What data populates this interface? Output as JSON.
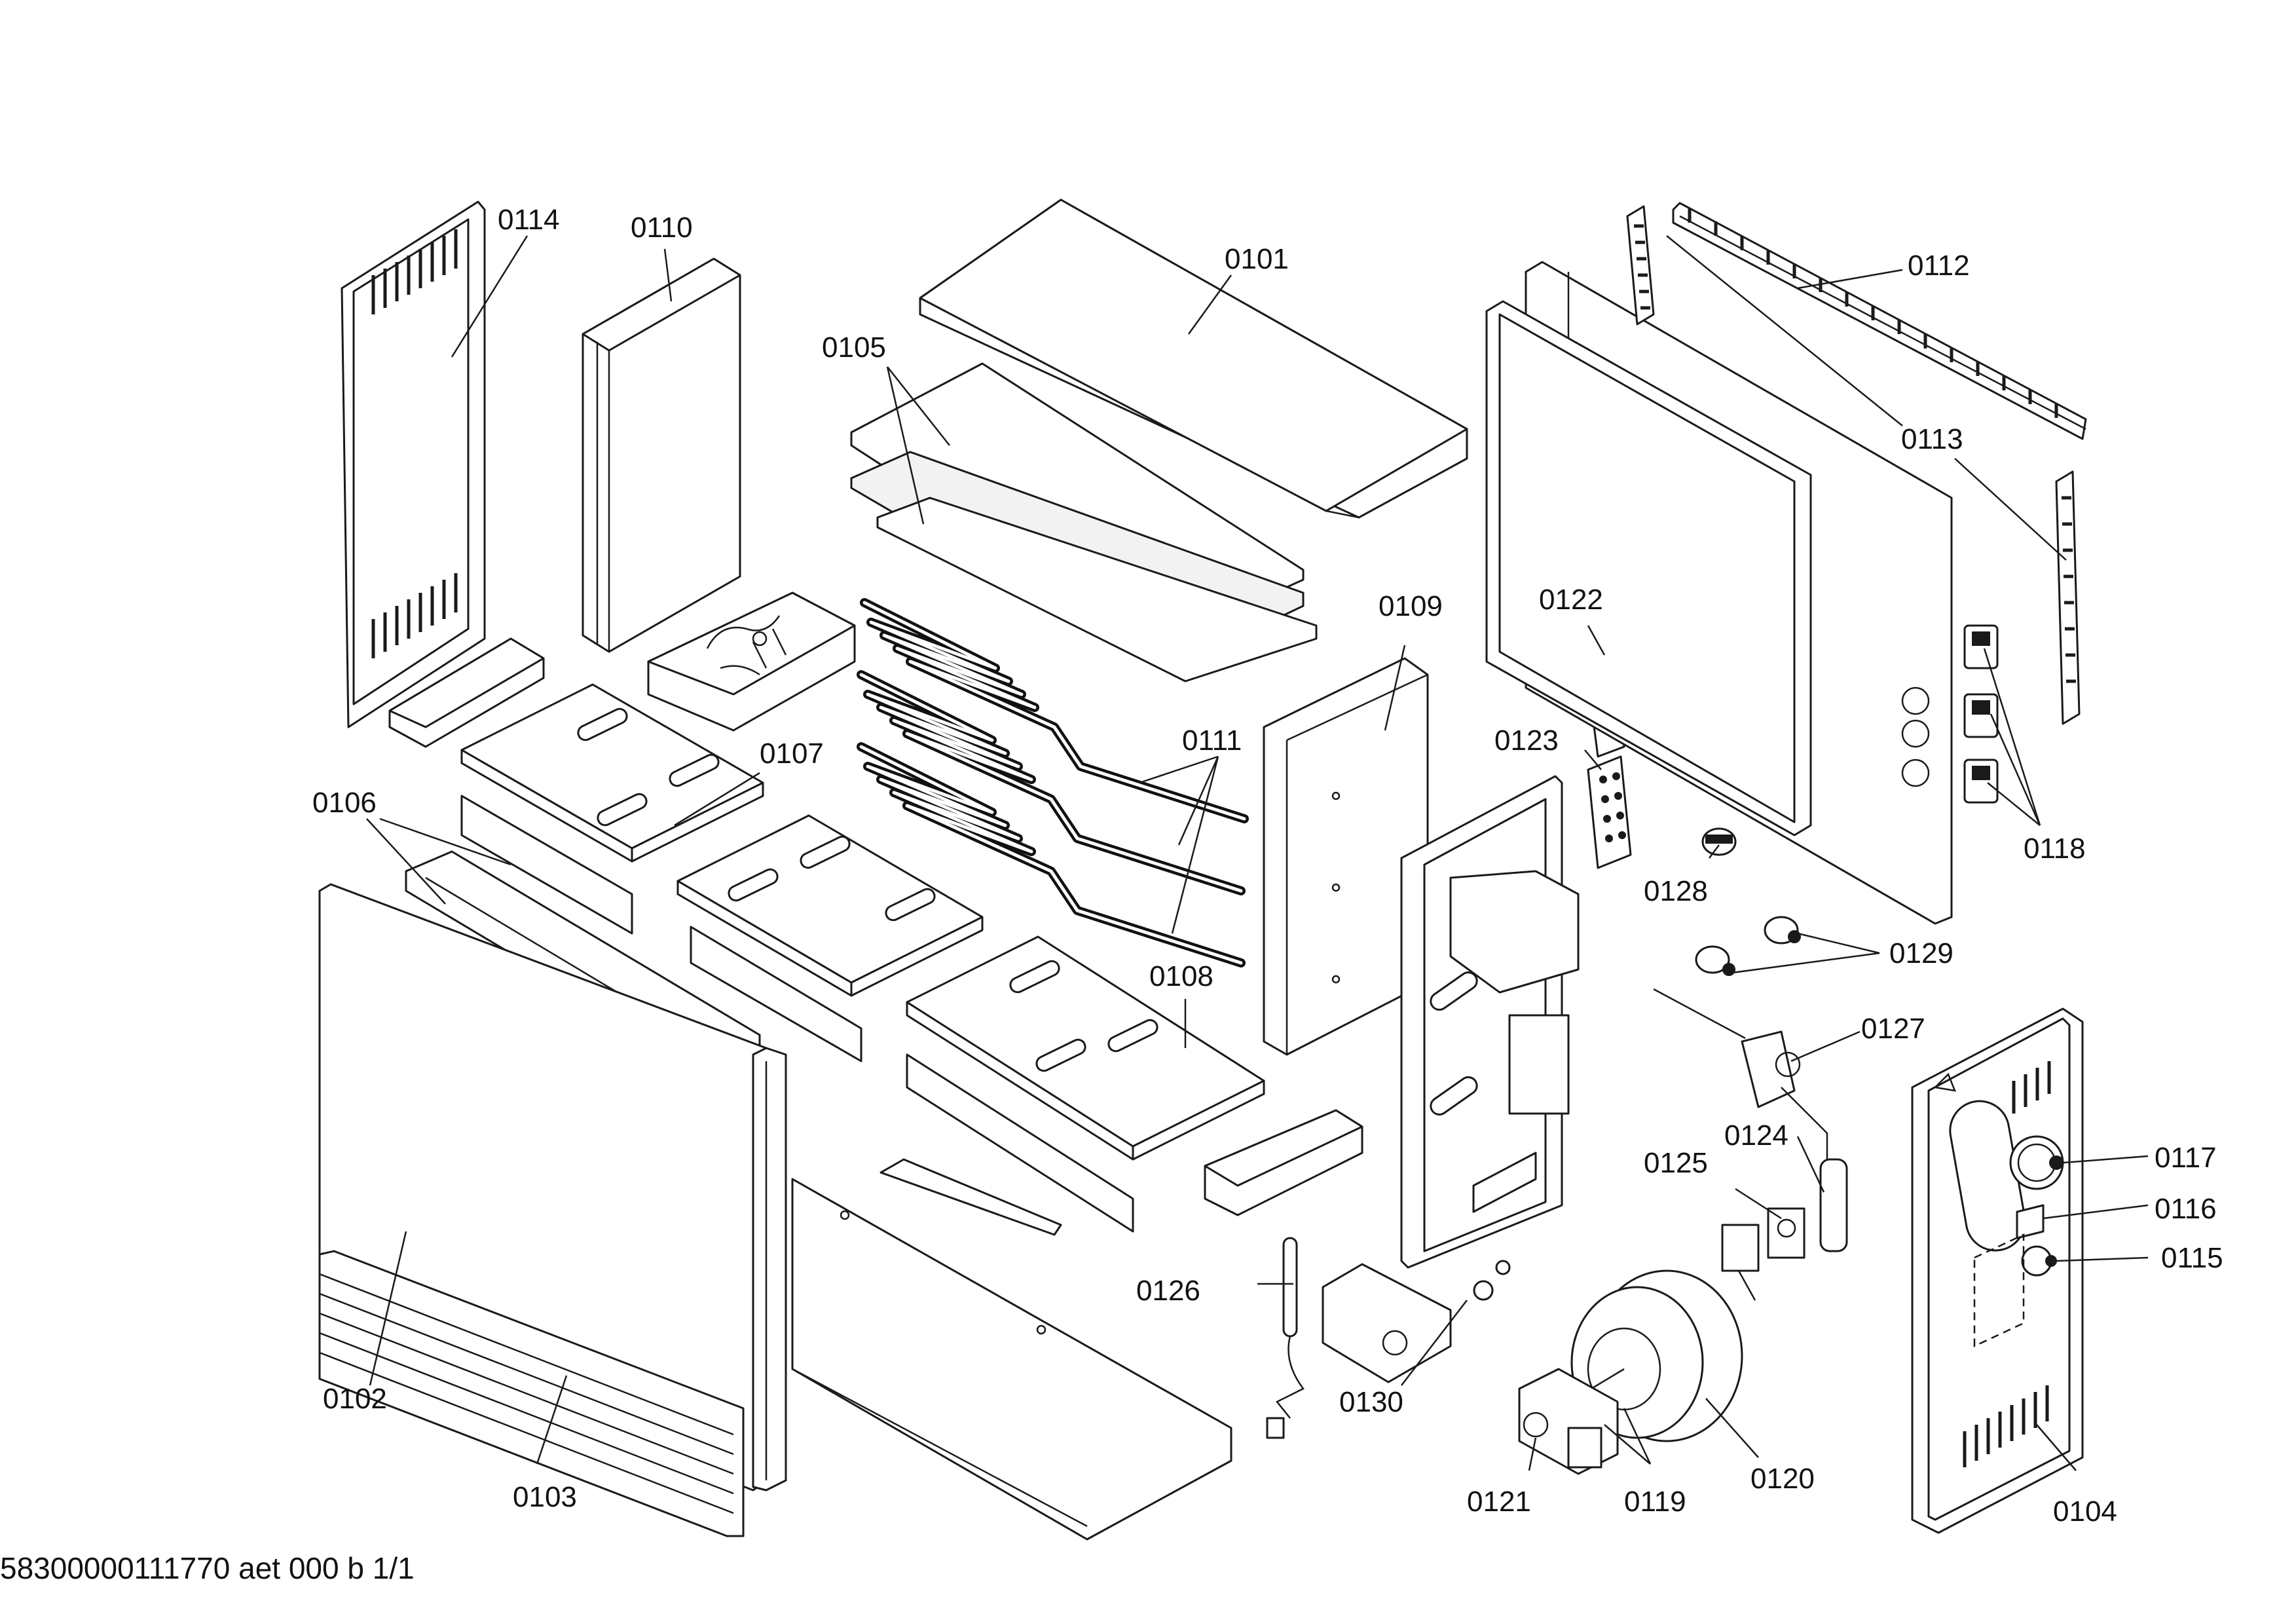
{
  "diagram": {
    "callouts": [
      {
        "id": "0101",
        "text": "0101"
      },
      {
        "id": "0102",
        "text": "0102"
      },
      {
        "id": "0103",
        "text": "0103"
      },
      {
        "id": "0104",
        "text": "0104"
      },
      {
        "id": "0105",
        "text": "0105"
      },
      {
        "id": "0106",
        "text": "0106"
      },
      {
        "id": "0107",
        "text": "0107"
      },
      {
        "id": "0108",
        "text": "0108"
      },
      {
        "id": "0109",
        "text": "0109"
      },
      {
        "id": "0110",
        "text": "0110"
      },
      {
        "id": "0111",
        "text": "0111"
      },
      {
        "id": "0112",
        "text": "0112"
      },
      {
        "id": "0113",
        "text": "0113"
      },
      {
        "id": "0114",
        "text": "0114"
      },
      {
        "id": "0115",
        "text": "0115"
      },
      {
        "id": "0116",
        "text": "0116"
      },
      {
        "id": "0117",
        "text": "0117"
      },
      {
        "id": "0118",
        "text": "0118"
      },
      {
        "id": "0119",
        "text": "0119"
      },
      {
        "id": "0120",
        "text": "0120"
      },
      {
        "id": "0121",
        "text": "0121"
      },
      {
        "id": "0122",
        "text": "0122"
      },
      {
        "id": "0123",
        "text": "0123"
      },
      {
        "id": "0124",
        "text": "0124"
      },
      {
        "id": "0125",
        "text": "0125"
      },
      {
        "id": "0126",
        "text": "0126"
      },
      {
        "id": "0127",
        "text": "0127"
      },
      {
        "id": "0128",
        "text": "0128"
      },
      {
        "id": "0129",
        "text": "0129"
      },
      {
        "id": "0130",
        "text": "0130"
      }
    ],
    "footer": "58300000111770 aet 000 b 1/1"
  }
}
